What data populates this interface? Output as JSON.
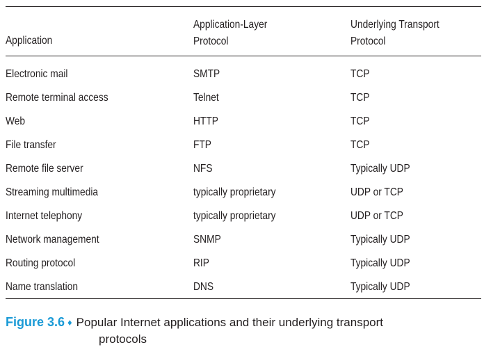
{
  "table": {
    "headers": {
      "application": "Application",
      "protocol_line1": "Application-Layer",
      "protocol_line2": "Protocol",
      "transport_line1": "Underlying Transport",
      "transport_line2": "Protocol"
    },
    "rows": [
      {
        "application": "Electronic mail",
        "protocol": "SMTP",
        "transport": "TCP"
      },
      {
        "application": "Remote terminal access",
        "protocol": "Telnet",
        "transport": "TCP"
      },
      {
        "application": "Web",
        "protocol": "HTTP",
        "transport": "TCP"
      },
      {
        "application": "File transfer",
        "protocol": "FTP",
        "transport": "TCP"
      },
      {
        "application": "Remote file server",
        "protocol": "NFS",
        "transport": "Typically UDP"
      },
      {
        "application": "Streaming multimedia",
        "protocol": "typically proprietary",
        "transport": "UDP or TCP"
      },
      {
        "application": "Internet telephony",
        "protocol": "typically proprietary",
        "transport": "UDP or TCP"
      },
      {
        "application": "Network management",
        "protocol": "SNMP",
        "transport": "Typically UDP"
      },
      {
        "application": "Routing protocol",
        "protocol": "RIP",
        "transport": "Typically UDP"
      },
      {
        "application": "Name translation",
        "protocol": "DNS",
        "transport": "Typically UDP"
      }
    ]
  },
  "caption": {
    "label": "Figure 3.6",
    "diamond": "♦",
    "text_line1": "Popular Internet applications and their underlying transport",
    "text_line2": "protocols",
    "accent_color": "#1a9ad6"
  }
}
